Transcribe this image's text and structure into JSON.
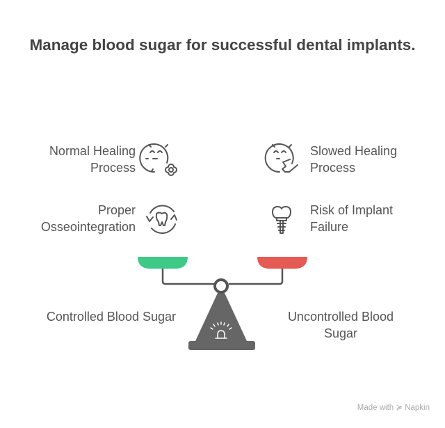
{
  "title": "Manage blood sugar for successful dental implants.",
  "left": {
    "items": [
      {
        "label": "Normal Healing Process",
        "line1": "Normal Healing",
        "line2": "Process",
        "icon": "happy-face-flower-icon"
      },
      {
        "label": "Proper Osseointegration",
        "line1": "Proper",
        "line2": "Osseointegration",
        "icon": "tooth-cycle-icon"
      }
    ],
    "base_label": "Controlled Blood Sugar",
    "pan_color": "#3ec986"
  },
  "right": {
    "items": [
      {
        "label": "Slowed Healing Process",
        "line1": "Slowed Healing",
        "line2": "Process",
        "icon": "tired-face-hand-icon"
      },
      {
        "label": "Risk of Implant Failure",
        "line1": "Risk of Implant",
        "line2": "Failure",
        "icon": "dental-implant-icon"
      }
    ],
    "base_label_line1": "Uncontrolled Blood",
    "base_label_line2": "Sugar",
    "pan_color": "#e55a55"
  },
  "footer": "Made with ≽ Napkin"
}
